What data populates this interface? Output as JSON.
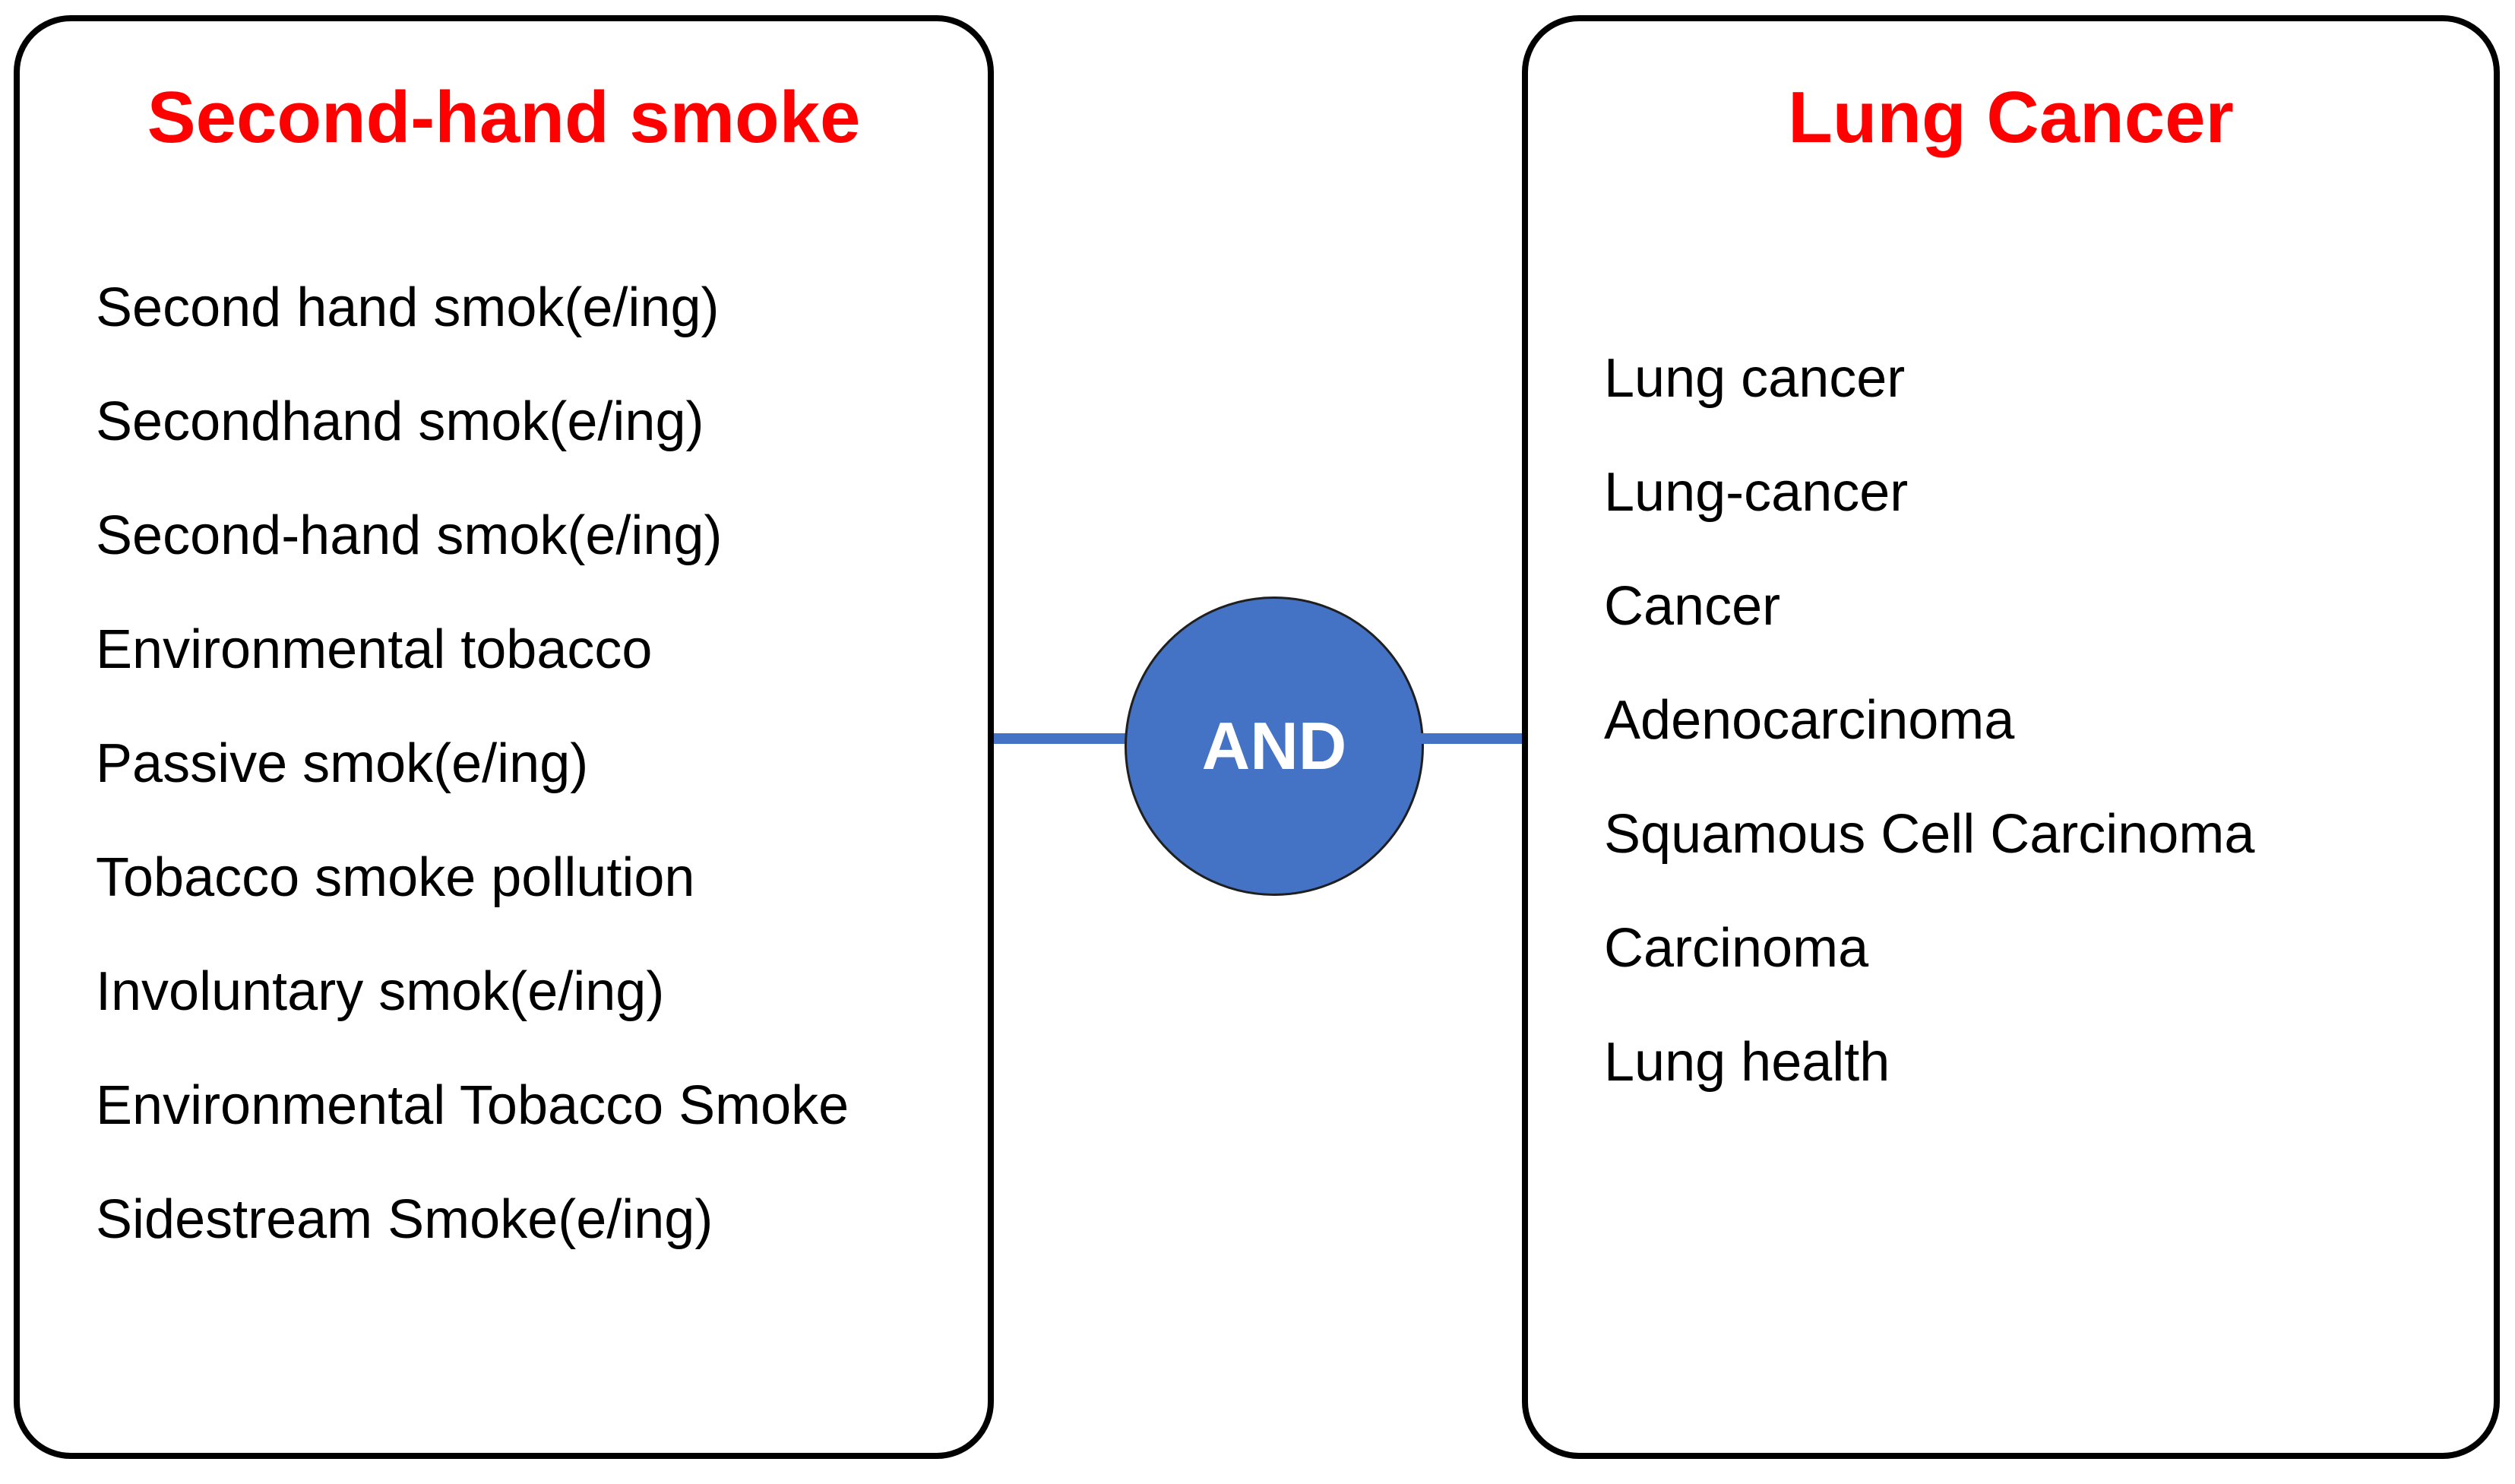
{
  "colors": {
    "title": "#ff0000",
    "node_fill": "#4472c4",
    "connector": "#4472c4",
    "border": "#000000"
  },
  "left_panel": {
    "title": "Second-hand smoke",
    "terms": [
      "Second hand smok(e/ing)",
      "Secondhand smok(e/ing)",
      "Second-hand smok(e/ing)",
      "Environmental tobacco",
      "Passive smok(e/ing)",
      "Tobacco smoke pollution",
      "Involuntary smok(e/ing)",
      "Environmental Tobacco Smoke",
      "Sidestream Smoke(e/ing)"
    ]
  },
  "operator": {
    "label": "AND"
  },
  "right_panel": {
    "title": "Lung Cancer",
    "terms": [
      "Lung cancer",
      "Lung-cancer",
      "Cancer",
      "Adenocarcinoma",
      "Squamous Cell Carcinoma",
      "Carcinoma",
      "Lung health"
    ]
  }
}
